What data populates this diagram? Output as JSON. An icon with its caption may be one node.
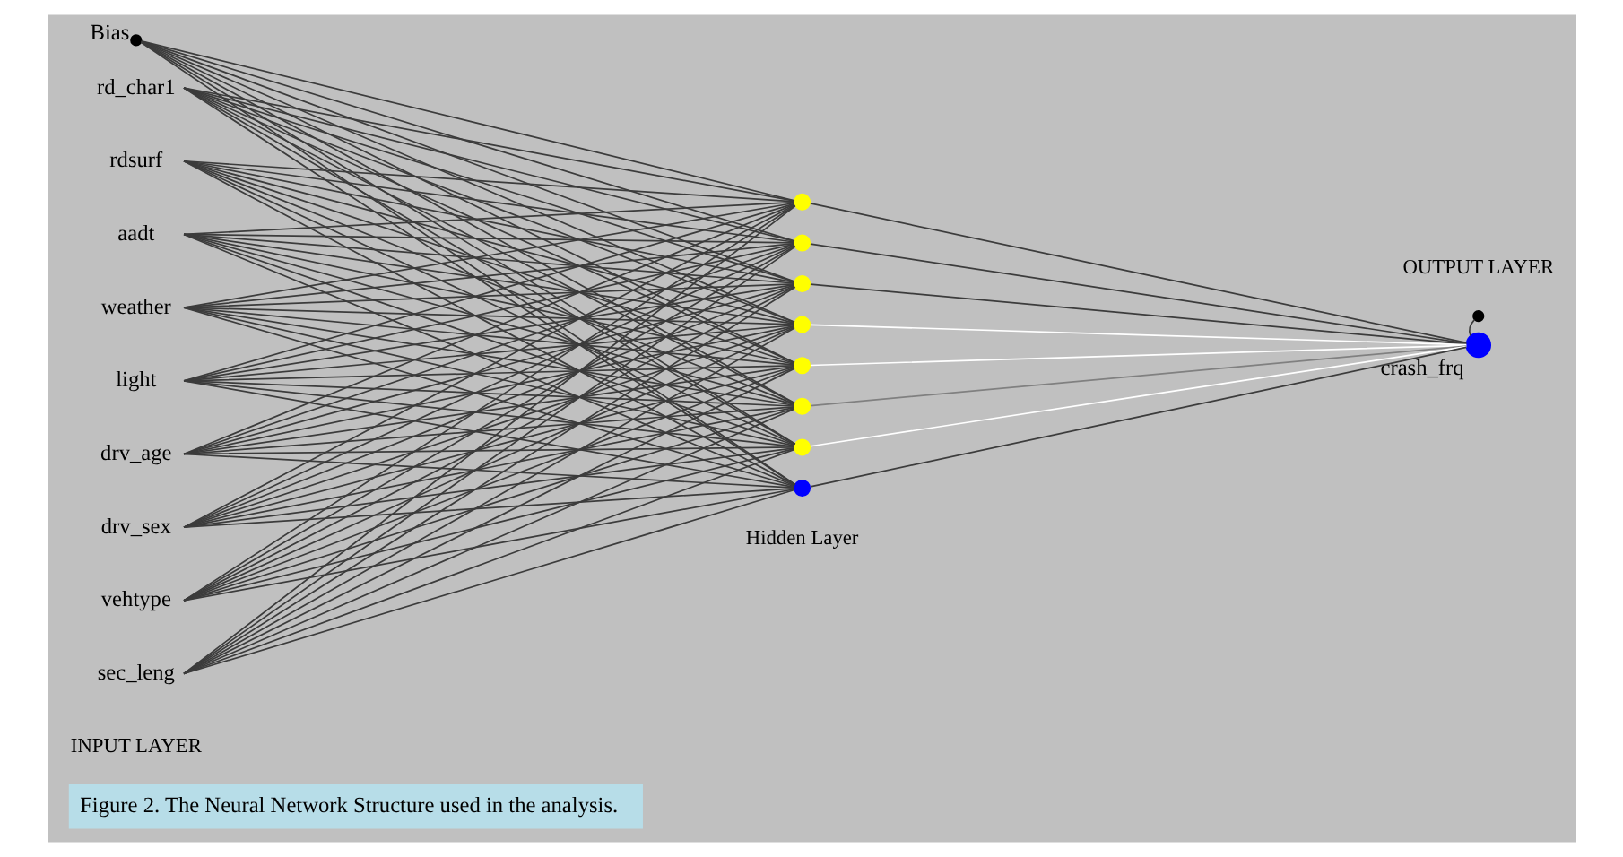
{
  "diagram": {
    "caption": "Figure 2. The Neural Network Structure used in the analysis.",
    "nodes": [
      {
        "text": [],
        "shape": "circle",
        "beside": [
          "Bias"
        ]
      },
      {
        "text": [
          "rd_char1"
        ]
      },
      {
        "text": [
          "rdsurf"
        ]
      },
      {
        "text": [
          "aadt"
        ]
      },
      {
        "text": [
          "weather"
        ]
      },
      {
        "text": [
          "light"
        ]
      },
      {
        "text": [
          "drv_age"
        ]
      },
      {
        "text": [
          "drv_sex"
        ]
      },
      {
        "text": [
          "vehtype"
        ]
      },
      {
        "text": [
          "sec_leng"
        ]
      },
      {
        "text": [],
        "shape": "circle"
      },
      {
        "text": [],
        "shape": "circle"
      },
      {
        "text": [],
        "shape": "circle"
      },
      {
        "text": [],
        "shape": "circle"
      },
      {
        "text": [],
        "shape": "circle"
      },
      {
        "text": [],
        "shape": "circle"
      },
      {
        "text": [],
        "shape": "circle"
      },
      {
        "text": [],
        "shape": "circle"
      },
      {
        "text": [],
        "shape": "circle"
      },
      {
        "text": [],
        "shape": "circle",
        "beside": [
          "crash_frq"
        ]
      }
    ],
    "edges": [
      {
        "from": 0,
        "to": 10,
        "arrow": "none"
      },
      {
        "from": 0,
        "to": 11,
        "arrow": "none"
      },
      {
        "from": 0,
        "to": 12,
        "arrow": "none"
      },
      {
        "from": 0,
        "to": 13,
        "arrow": "none"
      },
      {
        "from": 0,
        "to": 14,
        "arrow": "none"
      },
      {
        "from": 0,
        "to": 15,
        "arrow": "none"
      },
      {
        "from": 0,
        "to": 16,
        "arrow": "none"
      },
      {
        "from": 0,
        "to": 17,
        "arrow": "none"
      },
      {
        "from": 1,
        "to": 10,
        "arrow": "none"
      },
      {
        "from": 1,
        "to": 11,
        "arrow": "none"
      },
      {
        "from": 1,
        "to": 12,
        "arrow": "none"
      },
      {
        "from": 1,
        "to": 13,
        "arrow": "none"
      },
      {
        "from": 1,
        "to": 14,
        "arrow": "none"
      },
      {
        "from": 1,
        "to": 15,
        "arrow": "none"
      },
      {
        "from": 1,
        "to": 16,
        "arrow": "none"
      },
      {
        "from": 1,
        "to": 17,
        "arrow": "none"
      },
      {
        "from": 2,
        "to": 10,
        "arrow": "none"
      },
      {
        "from": 2,
        "to": 11,
        "arrow": "none"
      },
      {
        "from": 2,
        "to": 12,
        "arrow": "none"
      },
      {
        "from": 2,
        "to": 13,
        "arrow": "none"
      },
      {
        "from": 2,
        "to": 14,
        "arrow": "none"
      },
      {
        "from": 2,
        "to": 15,
        "arrow": "none"
      },
      {
        "from": 2,
        "to": 16,
        "arrow": "none"
      },
      {
        "from": 2,
        "to": 17,
        "arrow": "none"
      },
      {
        "from": 3,
        "to": 10,
        "arrow": "none"
      },
      {
        "from": 3,
        "to": 11,
        "arrow": "none"
      },
      {
        "from": 3,
        "to": 12,
        "arrow": "none"
      },
      {
        "from": 3,
        "to": 13,
        "arrow": "none"
      },
      {
        "from": 3,
        "to": 14,
        "arrow": "none"
      },
      {
        "from": 3,
        "to": 15,
        "arrow": "none"
      },
      {
        "from": 3,
        "to": 16,
        "arrow": "none"
      },
      {
        "from": 3,
        "to": 17,
        "arrow": "none"
      },
      {
        "from": 4,
        "to": 10,
        "arrow": "none"
      },
      {
        "from": 4,
        "to": 11,
        "arrow": "none"
      },
      {
        "from": 4,
        "to": 12,
        "arrow": "none"
      },
      {
        "from": 4,
        "to": 13,
        "arrow": "none"
      },
      {
        "from": 4,
        "to": 14,
        "arrow": "none"
      },
      {
        "from": 4,
        "to": 15,
        "arrow": "none"
      },
      {
        "from": 4,
        "to": 16,
        "arrow": "none"
      },
      {
        "from": 4,
        "to": 17,
        "arrow": "none"
      },
      {
        "from": 5,
        "to": 10,
        "arrow": "none"
      },
      {
        "from": 5,
        "to": 11,
        "arrow": "none"
      },
      {
        "from": 5,
        "to": 12,
        "arrow": "none"
      },
      {
        "from": 5,
        "to": 13,
        "arrow": "none"
      },
      {
        "from": 5,
        "to": 14,
        "arrow": "none"
      },
      {
        "from": 5,
        "to": 15,
        "arrow": "none"
      },
      {
        "from": 5,
        "to": 16,
        "arrow": "none"
      },
      {
        "from": 5,
        "to": 17,
        "arrow": "none"
      },
      {
        "from": 6,
        "to": 10,
        "arrow": "none"
      },
      {
        "from": 6,
        "to": 11,
        "arrow": "none"
      },
      {
        "from": 6,
        "to": 12,
        "arrow": "none"
      },
      {
        "from": 6,
        "to": 13,
        "arrow": "none"
      },
      {
        "from": 6,
        "to": 14,
        "arrow": "none"
      },
      {
        "from": 6,
        "to": 15,
        "arrow": "none"
      },
      {
        "from": 6,
        "to": 16,
        "arrow": "none"
      },
      {
        "from": 6,
        "to": 17,
        "arrow": "none"
      },
      {
        "from": 7,
        "to": 10,
        "arrow": "none"
      },
      {
        "from": 7,
        "to": 11,
        "arrow": "none"
      },
      {
        "from": 7,
        "to": 12,
        "arrow": "none"
      },
      {
        "from": 7,
        "to": 13,
        "arrow": "none"
      },
      {
        "from": 7,
        "to": 14,
        "arrow": "none"
      },
      {
        "from": 7,
        "to": 15,
        "arrow": "none"
      },
      {
        "from": 7,
        "to": 16,
        "arrow": "none"
      },
      {
        "from": 7,
        "to": 17,
        "arrow": "none"
      },
      {
        "from": 8,
        "to": 10,
        "arrow": "none"
      },
      {
        "from": 8,
        "to": 11,
        "arrow": "none"
      },
      {
        "from": 8,
        "to": 12,
        "arrow": "none"
      },
      {
        "from": 8,
        "to": 13,
        "arrow": "none"
      },
      {
        "from": 8,
        "to": 14,
        "arrow": "none"
      },
      {
        "from": 8,
        "to": 15,
        "arrow": "none"
      },
      {
        "from": 8,
        "to": 16,
        "arrow": "none"
      },
      {
        "from": 8,
        "to": 17,
        "arrow": "none"
      },
      {
        "from": 9,
        "to": 10,
        "arrow": "none"
      },
      {
        "from": 9,
        "to": 11,
        "arrow": "none"
      },
      {
        "from": 9,
        "to": 12,
        "arrow": "none"
      },
      {
        "from": 9,
        "to": 13,
        "arrow": "none"
      },
      {
        "from": 9,
        "to": 14,
        "arrow": "none"
      },
      {
        "from": 9,
        "to": 15,
        "arrow": "none"
      },
      {
        "from": 9,
        "to": 16,
        "arrow": "none"
      },
      {
        "from": 9,
        "to": 17,
        "arrow": "none"
      },
      {
        "from": 10,
        "to": 19,
        "arrow": "none"
      },
      {
        "from": 11,
        "to": 19,
        "arrow": "none"
      },
      {
        "from": 12,
        "to": 19,
        "arrow": "none"
      },
      {
        "from": 13,
        "to": 19,
        "arrow": "none",
        "color": "#ffffff"
      },
      {
        "from": 14,
        "to": 19,
        "arrow": "none",
        "color": "#ffffff"
      },
      {
        "from": 15,
        "to": 19,
        "arrow": "none",
        "color": "#808080"
      },
      {
        "from": 16,
        "to": 19,
        "arrow": "none",
        "color": "#ffffff"
      },
      {
        "from": 17,
        "to": 19,
        "arrow": "none"
      },
      {
        "from": 18,
        "to": 19,
        "arrow": "none"
      }
    ],
    "labels": [
      "INPUT LAYER",
      "Hidden Layer",
      "OUTPUT LAYER"
    ]
  }
}
